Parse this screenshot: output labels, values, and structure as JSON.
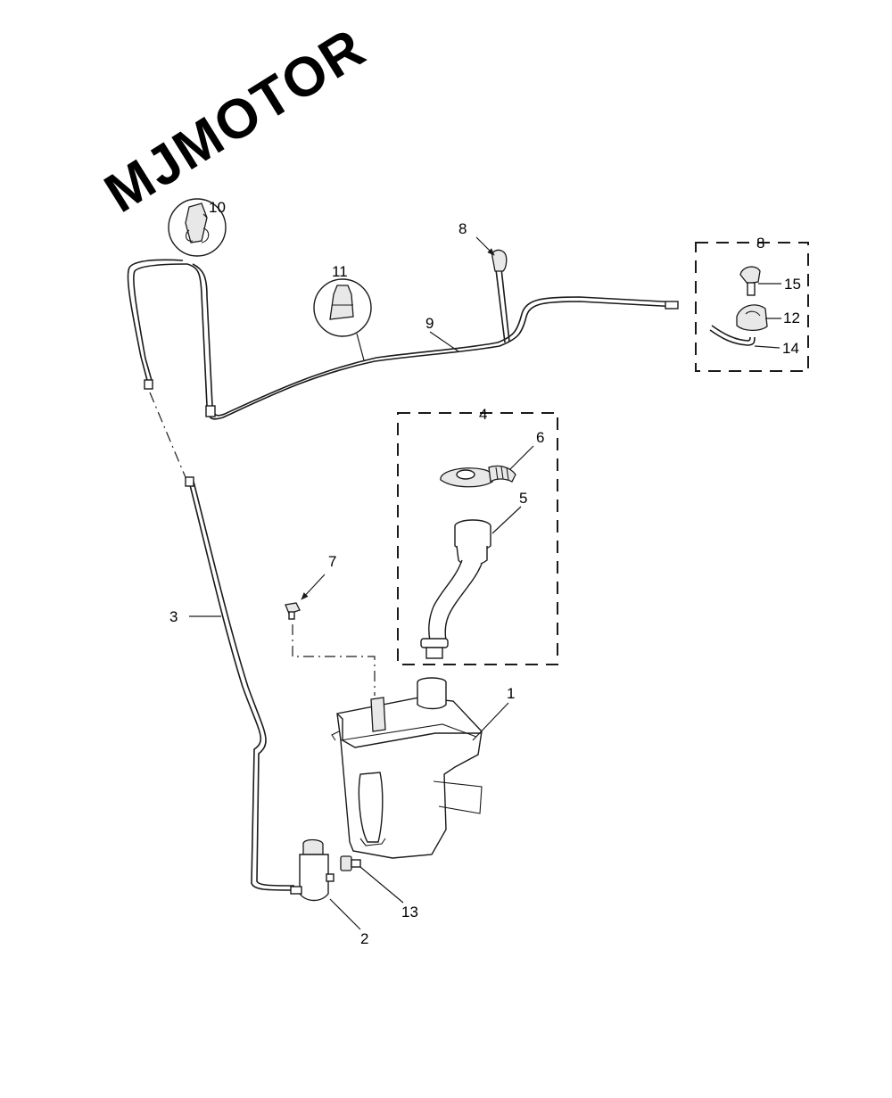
{
  "watermark": {
    "text": "MJMOTOR"
  },
  "callouts": {
    "c1": "1",
    "c2": "2",
    "c3": "3",
    "c4": "4",
    "c5": "5",
    "c6": "6",
    "c7": "7",
    "c8a": "8",
    "c8b": "8",
    "c9": "9",
    "c10": "10",
    "c11": "11",
    "c12": "12",
    "c13": "13",
    "c14": "14",
    "c15": "15"
  }
}
